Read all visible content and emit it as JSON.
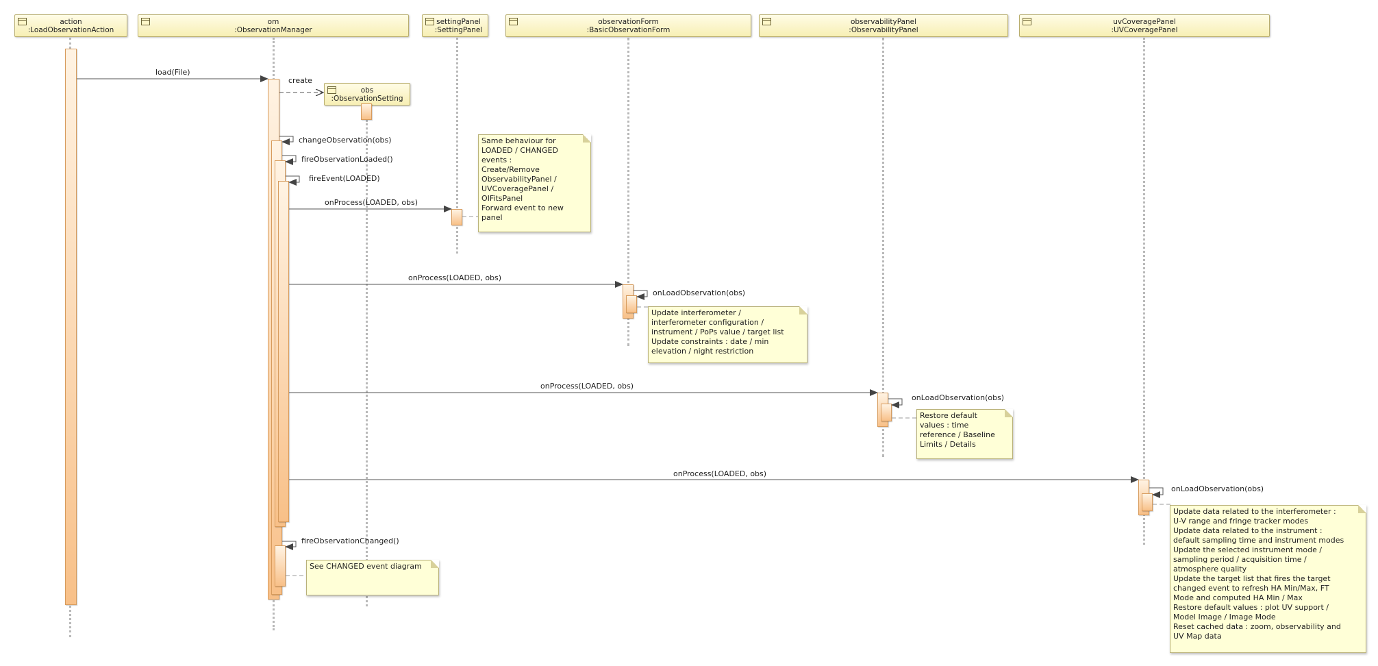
{
  "lifelines": [
    {
      "name": "action",
      "type": ":LoadObservationAction"
    },
    {
      "name": "om",
      "type": ":ObservationManager"
    },
    {
      "name": "settingPanel",
      "type": ":SettingPanel"
    },
    {
      "name": "observationForm",
      "type": ":BasicObservationForm"
    },
    {
      "name": "observabilityPanel",
      "type": ":ObservabilityPanel"
    },
    {
      "name": "uvCoveragePanel",
      "type": ":UVCoveragePanel"
    },
    {
      "name": "obs",
      "type": ":ObservationSetting"
    }
  ],
  "messages": [
    "load(File)",
    "create",
    "changeObservation(obs)",
    "fireObservationLoaded()",
    "fireEvent(LOADED)",
    "onProcess(LOADED, obs)",
    "onProcess(LOADED, obs)",
    "onLoadObservation(obs)",
    "onProcess(LOADED, obs)",
    "onLoadObservation(obs)",
    "onProcess(LOADED, obs)",
    "onLoadObservation(obs)",
    "fireObservationChanged()"
  ],
  "notes": {
    "setting": [
      "Same behaviour for",
      "LOADED / CHANGED",
      "events :",
      "Create/Remove",
      "ObservabilityPanel /",
      "UVCoveragePanel /",
      "OIFitsPanel",
      "Forward event to new",
      "panel"
    ],
    "form": [
      "Update interferometer /",
      "interferometer configuration /",
      "instrument / PoPs value / target list",
      "Update constraints : date / min",
      "elevation / night restriction"
    ],
    "observability": [
      "Restore default",
      "values : time",
      "reference / Baseline",
      "Limits / Details"
    ],
    "uv": [
      "Update data related to the interferometer :",
      "U-V range and fringe tracker modes",
      "Update data related to the instrument :",
      "default sampling time and instrument modes",
      "Update the selected instrument mode /",
      "sampling period / acquisition time /",
      "atmosphere quality",
      "Update the target list that fires the target",
      "changed event to refresh HA Min/Max, FT",
      "Mode and computed HA Min / Max",
      "Restore default values : plot UV support /",
      "Model Image / Image Mode",
      "Reset cached data : zoom, observability and",
      "UV Map data"
    ],
    "changed": [
      "See CHANGED event diagram"
    ]
  }
}
